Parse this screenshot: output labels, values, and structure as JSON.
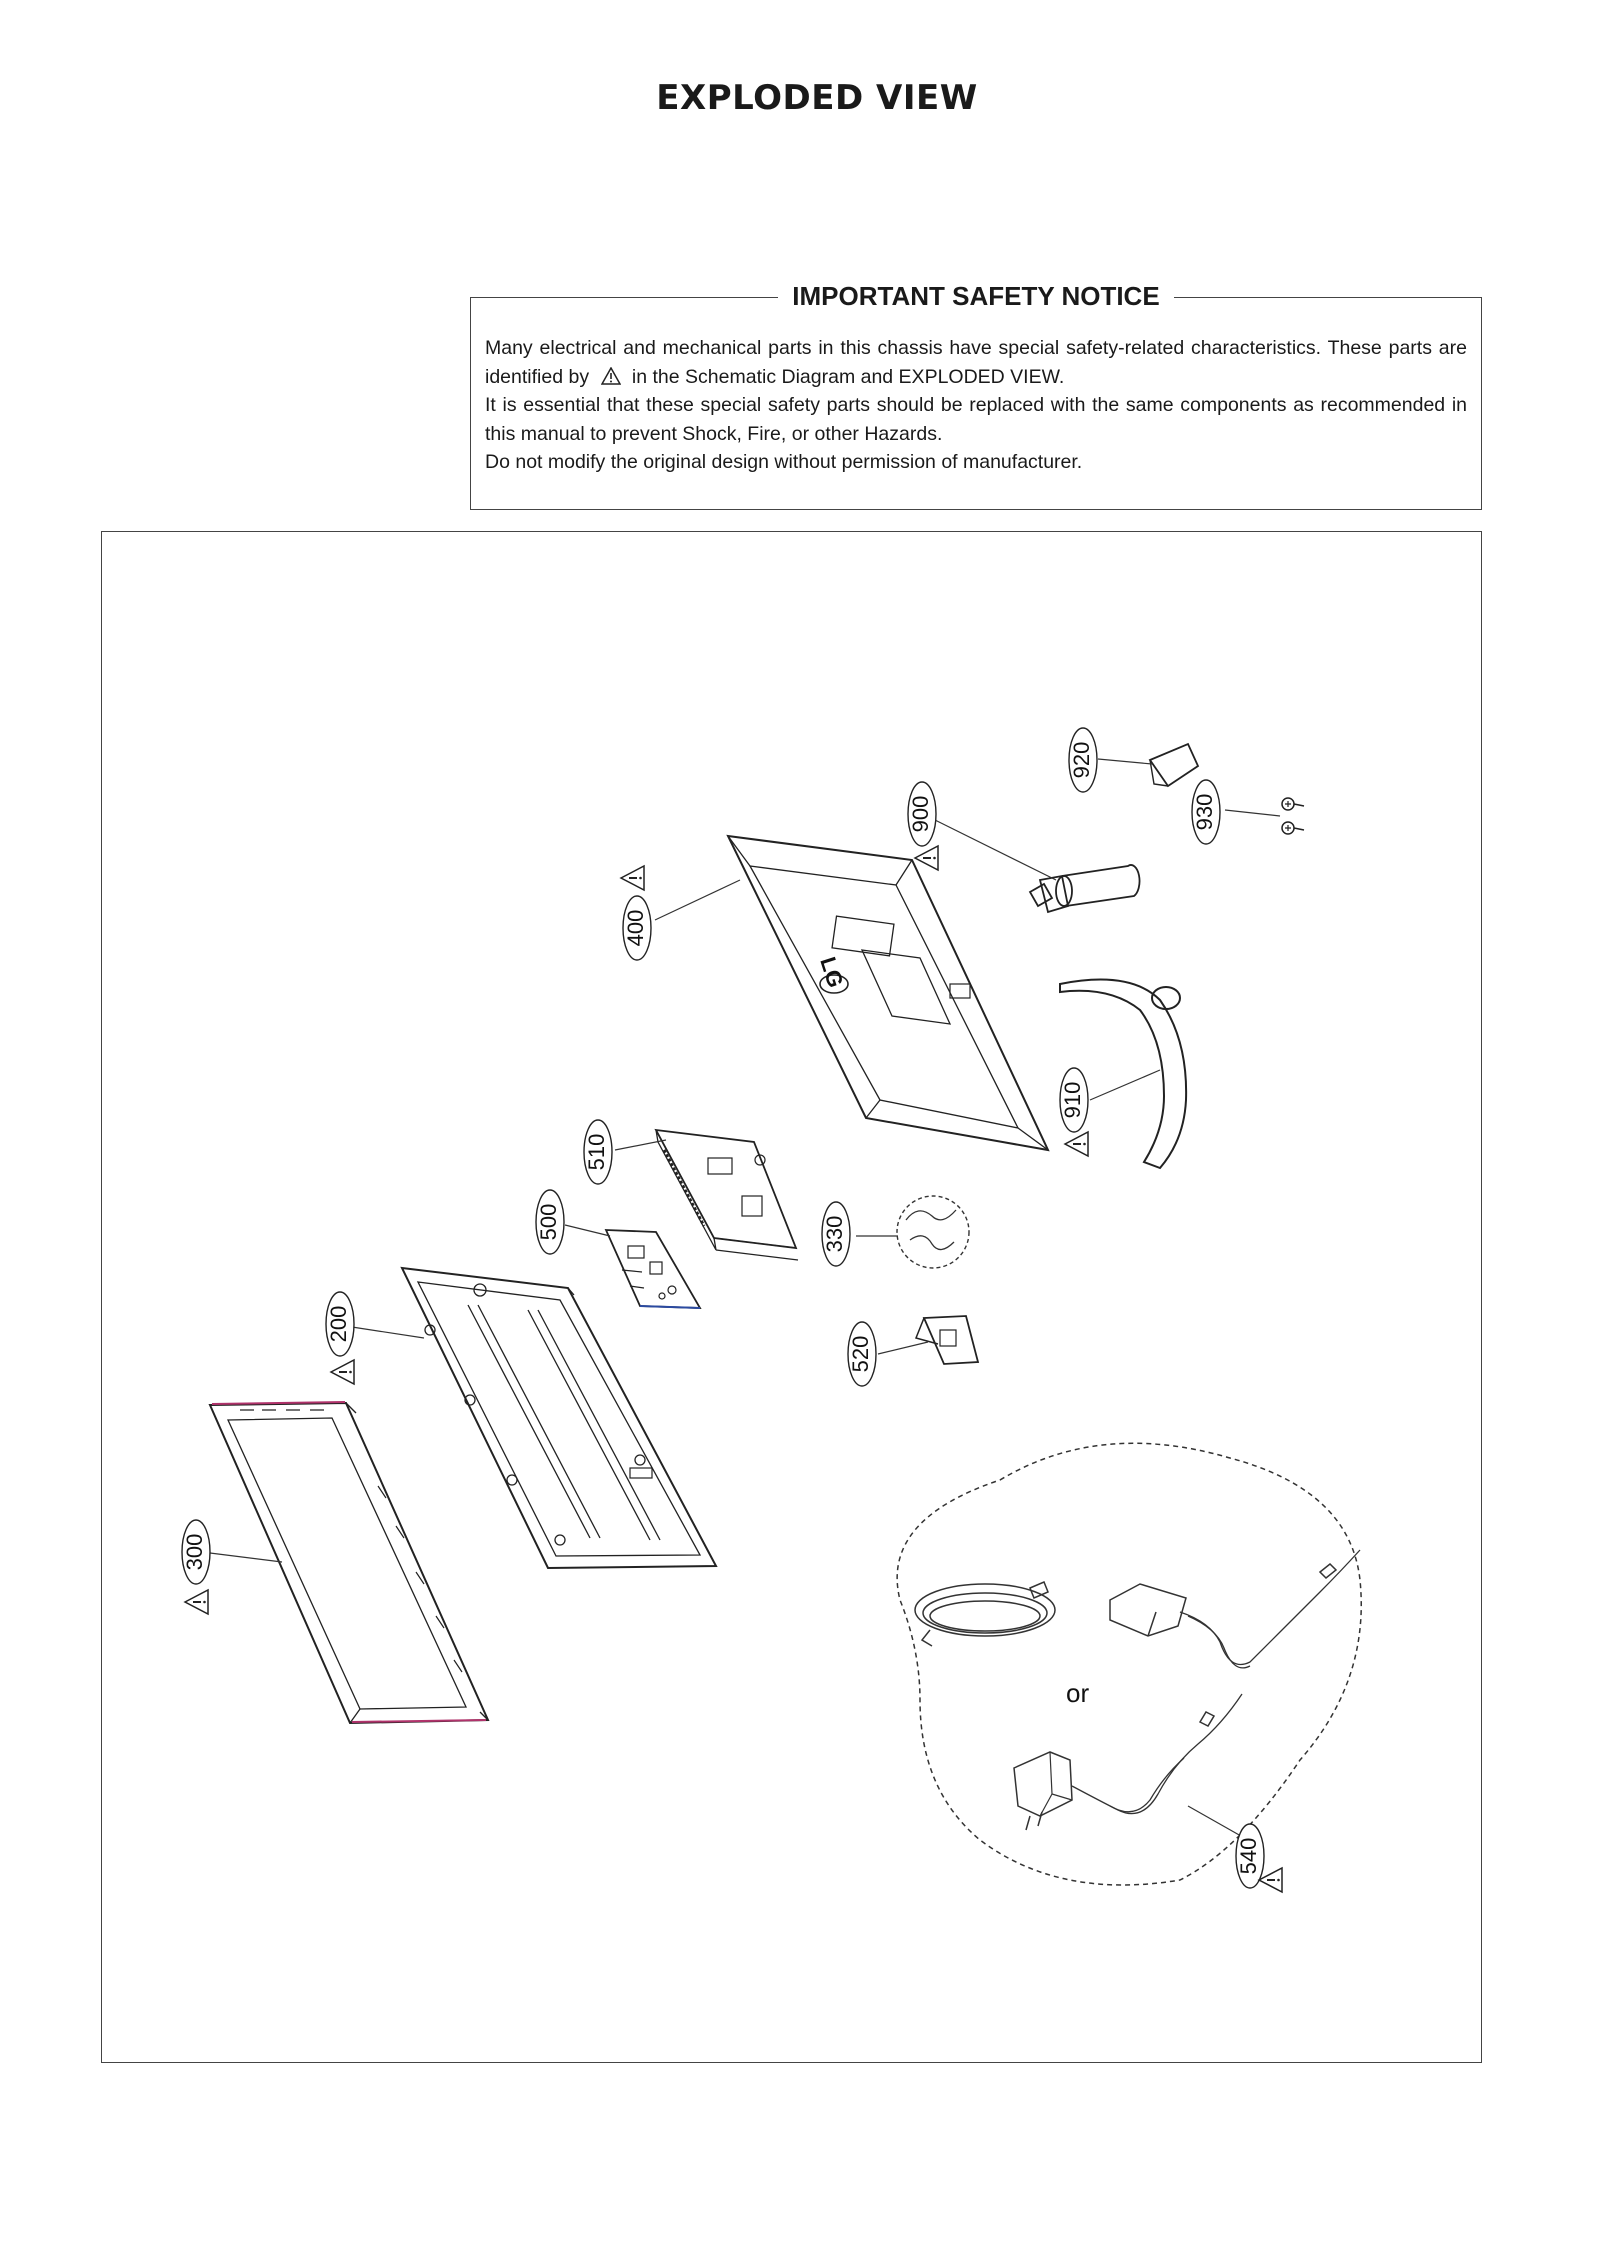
{
  "page": {
    "title": "EXPLODED  VIEW"
  },
  "notice": {
    "title": "IMPORTANT SAFETY NOTICE",
    "line1": "Many electrical and mechanical parts in this chassis have special safety-related characteristics. These parts are identified by",
    "line1b": "in the Schematic Diagram and EXPLODED VIEW.",
    "line2": "It is essential that these special safety parts should be replaced with the same components as recommended in this manual to prevent Shock, Fire, or other Hazards.",
    "line3": "Do not modify the original design without permission of manufacturer."
  },
  "diagram": {
    "logo": "LG",
    "or_label": "or",
    "callouts": {
      "p920": "920",
      "p930": "930",
      "p900": "900",
      "p400": "400",
      "p910": "910",
      "p510": "510",
      "p500": "500",
      "p330": "330",
      "p200": "200",
      "p520": "520",
      "p300": "300",
      "p540": "540"
    }
  }
}
